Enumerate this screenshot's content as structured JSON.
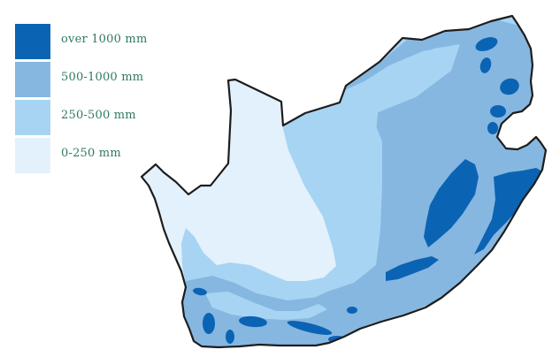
{
  "legend": {
    "items": [
      {
        "label": "over 1000 mm",
        "color": "#0b63b4"
      },
      {
        "label": "500-1000 mm",
        "color": "#86b7e1"
      },
      {
        "label": "250-500 mm",
        "color": "#a8d4f3"
      },
      {
        "label": "0-250 mm",
        "color": "#e3f1fc"
      }
    ]
  },
  "map": {
    "colors": {
      "border": "#1d1d1d",
      "over_1000": "#0b63b4",
      "r500_1000": "#86b7e1",
      "r250_500": "#a8d4f3",
      "r0_250": "#e3f1fc"
    }
  }
}
